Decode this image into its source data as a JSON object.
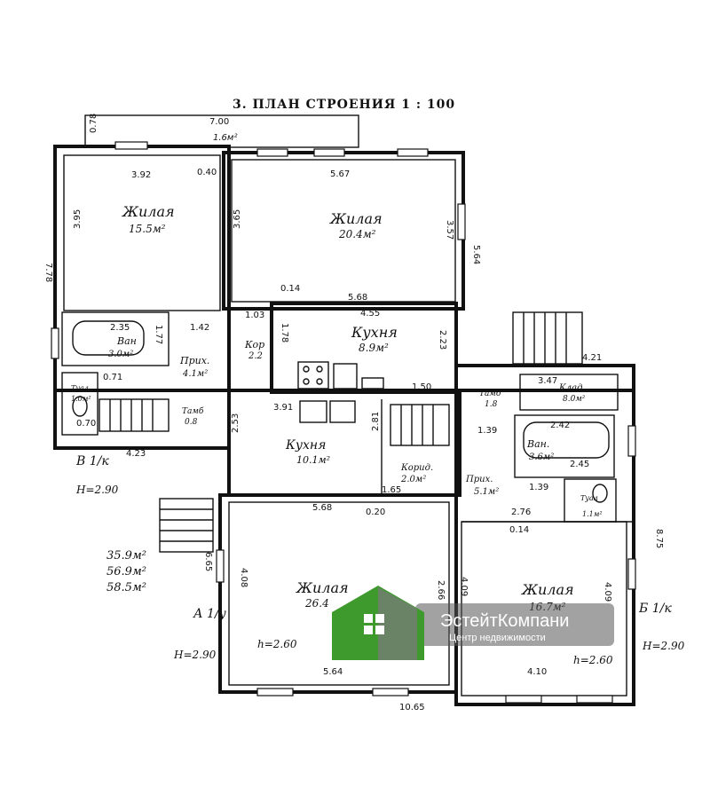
{
  "title": "3. ПЛАН СТРОЕНИЯ   1 : 100",
  "colors": {
    "ink": "#111111",
    "logo_green": "#3f9a2e",
    "logo_gray": "#7a7a7a"
  },
  "rooms": [
    {
      "name": "Жилая",
      "area": "15.5м²"
    },
    {
      "name": "Жилая",
      "area": "20.4м²"
    },
    {
      "name": "Кухня",
      "area": "8.9м²"
    },
    {
      "name": "Ван",
      "area": "3.0м²"
    },
    {
      "name": "Кор",
      "area": "2.2"
    },
    {
      "name": "Прих.",
      "area": "4.1м²"
    },
    {
      "name": "Тамб",
      "area": "0.8"
    },
    {
      "name": "Кухня",
      "area": "10.1м²"
    },
    {
      "name": "Корид.",
      "area": "2.0м²"
    },
    {
      "name": "Прих.",
      "area": "5.1м²"
    },
    {
      "name": "Ван.",
      "area": "3.6м²"
    },
    {
      "name": "Клад.",
      "area": "8.0м²"
    },
    {
      "name": "Тамб",
      "area": "1.8"
    },
    {
      "name": "Жилая",
      "area": "26.4"
    },
    {
      "name": "Жилая",
      "area": "16.7м²"
    },
    {
      "name": "Туал",
      "area": "1.1м²"
    },
    {
      "name": "Туал",
      "area": "1.0м²"
    }
  ],
  "dimensions": [
    "7.00",
    "1.6м²",
    "0.78",
    "3.92",
    "0.40",
    "5.67",
    "3.95",
    "3.65",
    "3.57",
    "7.78",
    "5.64",
    "0.14",
    "5.68",
    "4.55",
    "1.03",
    "1.78",
    "2.23",
    "1.42",
    "2.35",
    "0.71",
    "1.77",
    "1.50",
    "3.91",
    "2.53",
    "2.81",
    "1.65",
    "1.39",
    "2.42",
    "2.45",
    "3.47",
    "4.21",
    "1.39",
    "5.68",
    "0.20",
    "2.76",
    "0.14",
    "4.08",
    "4.09",
    "4.09",
    "5.64",
    "4.10",
    "10.65",
    "8.75",
    "4.23",
    "2.66",
    "6.65",
    "0.70"
  ],
  "heights": [
    "h=2.60",
    "h=2.60"
  ],
  "letters": {
    "b": "В 1/к",
    "a": "А 1/у",
    "b1": "Б 1/к",
    "hb": "H=2.90",
    "ha": "H=2.90",
    "hb1": "H=2.90"
  },
  "areas_total": [
    "35.9м²",
    "56.9м²",
    "58.5м²"
  ],
  "logo": {
    "name": "ЭстейтКомпани",
    "tagline": "Центр недвижимости"
  }
}
